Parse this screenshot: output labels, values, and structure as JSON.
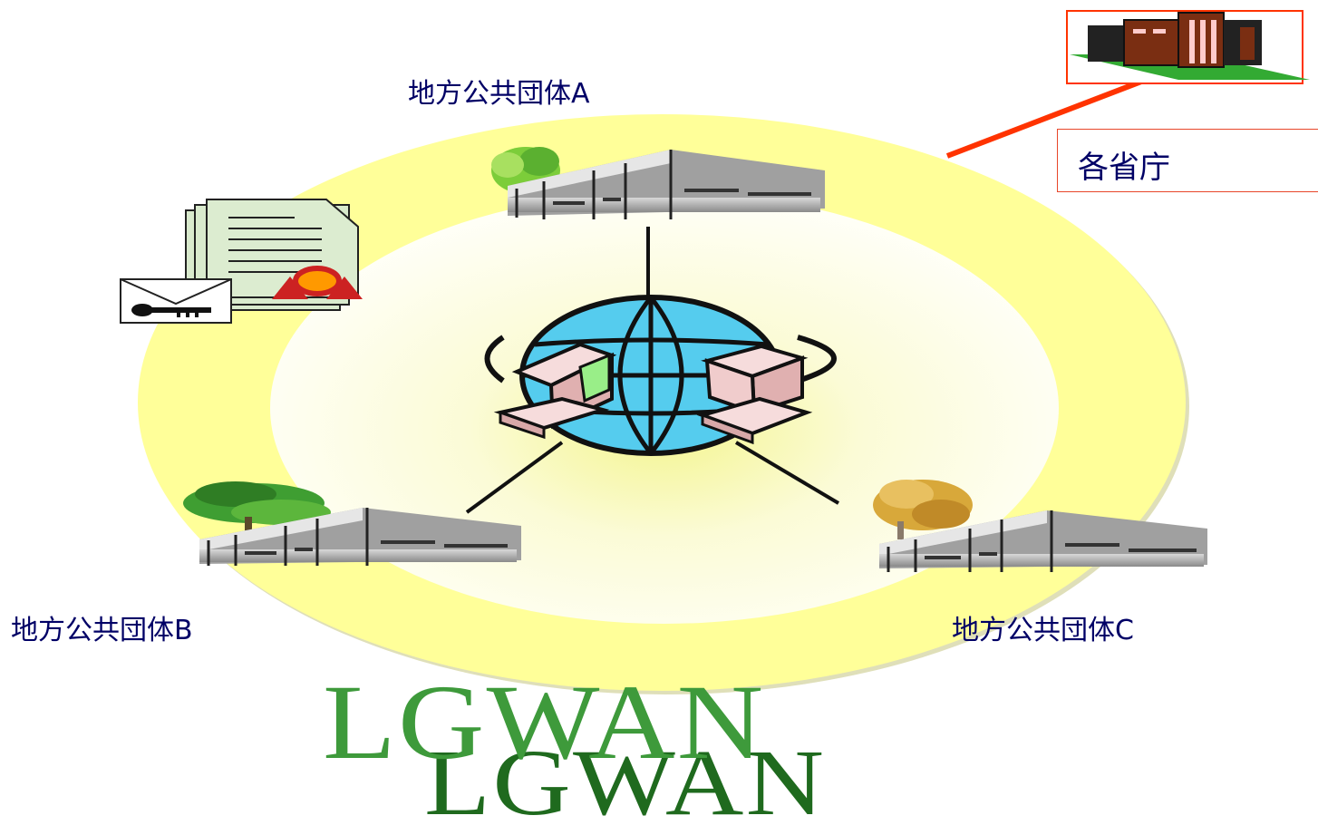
{
  "nodes": {
    "a": {
      "label": "地方公共団体A"
    },
    "b": {
      "label": "地方公共団体B"
    },
    "c": {
      "label": "地方公共団体C"
    },
    "ministry": {
      "label": "各省庁"
    }
  },
  "title": {
    "front": "LGWAN",
    "shadow": "LGWAN"
  },
  "colors": {
    "ring": "#ffff99",
    "ring_inner": "#ffffee",
    "link": "#ff3300",
    "title_front": "#3e9a3b",
    "title_shadow": "#1f6a1e",
    "label_text": "#000066",
    "globe": "#55ccee"
  },
  "icons": {
    "center": "globe-network-icon",
    "certificate": "certificate-key-icon",
    "building_a": "office-building-icon",
    "building_b": "office-building-icon",
    "building_c": "office-building-icon",
    "ministry": "ministry-building-icon"
  }
}
